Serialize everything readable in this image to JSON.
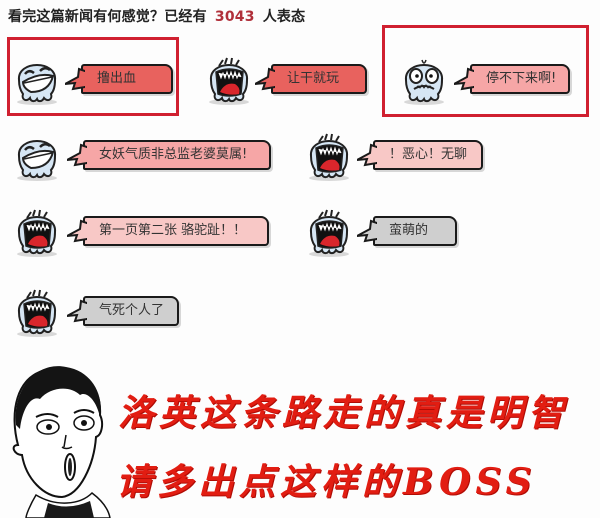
{
  "header": {
    "prefix": "看完这篇新闻有何感觉？已经有",
    "count": "3043",
    "suffix": "人表态"
  },
  "reactions": [
    {
      "label": "撸出血",
      "emoticon": "laughing-face-icon",
      "color": "#e8625e",
      "selected": true
    },
    {
      "label": "让干就玩",
      "emoticon": "screaming-face-icon",
      "color": "#e8625e",
      "selected": false
    },
    {
      "label": "停不下来啊!",
      "emoticon": "shocked-face-icon",
      "color": "#f6a6a6",
      "selected": true
    },
    {
      "label": "女妖气质非总监老婆莫属!",
      "emoticon": "laughing-face-icon",
      "color": "#f6a6a6",
      "selected": false
    },
    {
      "label": "！恶心！无聊",
      "emoticon": "screaming-face-icon",
      "color": "#f8c8c6",
      "selected": false
    },
    {
      "label": "第一页第二张 骆驼趾！！",
      "emoticon": "screaming-face-icon",
      "color": "#f8c8c6",
      "selected": false
    },
    {
      "label": "蛮萌的",
      "emoticon": "screaming-face-icon",
      "color": "#cfcfcf",
      "selected": false
    },
    {
      "label": "气死个人了",
      "emoticon": "screaming-face-icon",
      "color": "#cfcfcf",
      "selected": false
    }
  ],
  "banner": {
    "line1": "洛英这条路走的真是明智",
    "line2": "请多出点这样的BOSS",
    "text_color": "#e21d12",
    "image": "surprised-man-meme-icon"
  },
  "colors": {
    "selection_border": "#d02030",
    "count_color": "#b0303a"
  }
}
